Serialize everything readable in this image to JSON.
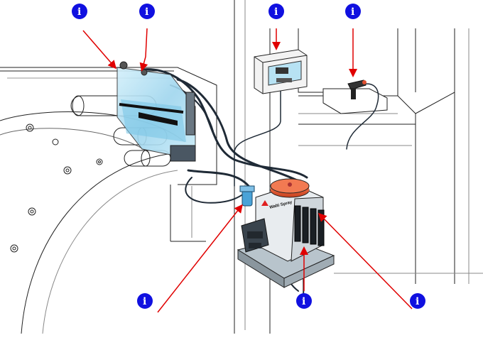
{
  "hotspots": [
    {
      "id": "spray-bar",
      "glyph": "i"
    },
    {
      "id": "spray-bar-connection",
      "glyph": "i"
    },
    {
      "id": "control-box",
      "glyph": "i"
    },
    {
      "id": "spray-gun",
      "glyph": "i"
    },
    {
      "id": "filter",
      "glyph": "i"
    },
    {
      "id": "pump-hoses",
      "glyph": "i"
    },
    {
      "id": "pump-unit",
      "glyph": "i"
    }
  ],
  "pump_unit": {
    "brand_label": "Walti Spray"
  },
  "colors": {
    "hotspot_fill": "#1010e0",
    "arrow": "#e00000",
    "line_art": "#222222",
    "cap": "#e8603a",
    "hose": "#1f2a36",
    "glass": "#a9dcf2"
  }
}
